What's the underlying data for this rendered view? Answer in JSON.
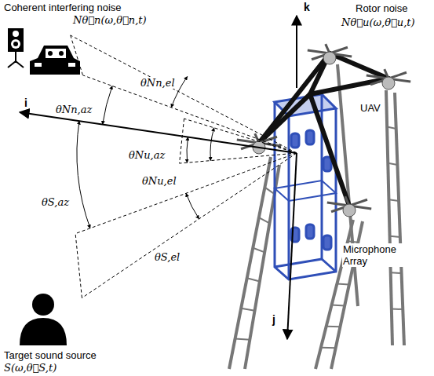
{
  "diagram": {
    "labels": [
      "Coherent interfering noise",
      "Nθ⃗n(ω,θ⃗n,t)",
      "k",
      "Rotor noise",
      "Nθ⃗u(ω,θ⃗u,t)",
      "UAV",
      "θNn,el",
      "θNn,az",
      "i",
      "θNu,az",
      "θNu,el",
      "θS,az",
      "Microphone Array",
      "θS,el",
      "j",
      "Target sound source",
      "S(ω,θ⃗S,t)"
    ]
  }
}
